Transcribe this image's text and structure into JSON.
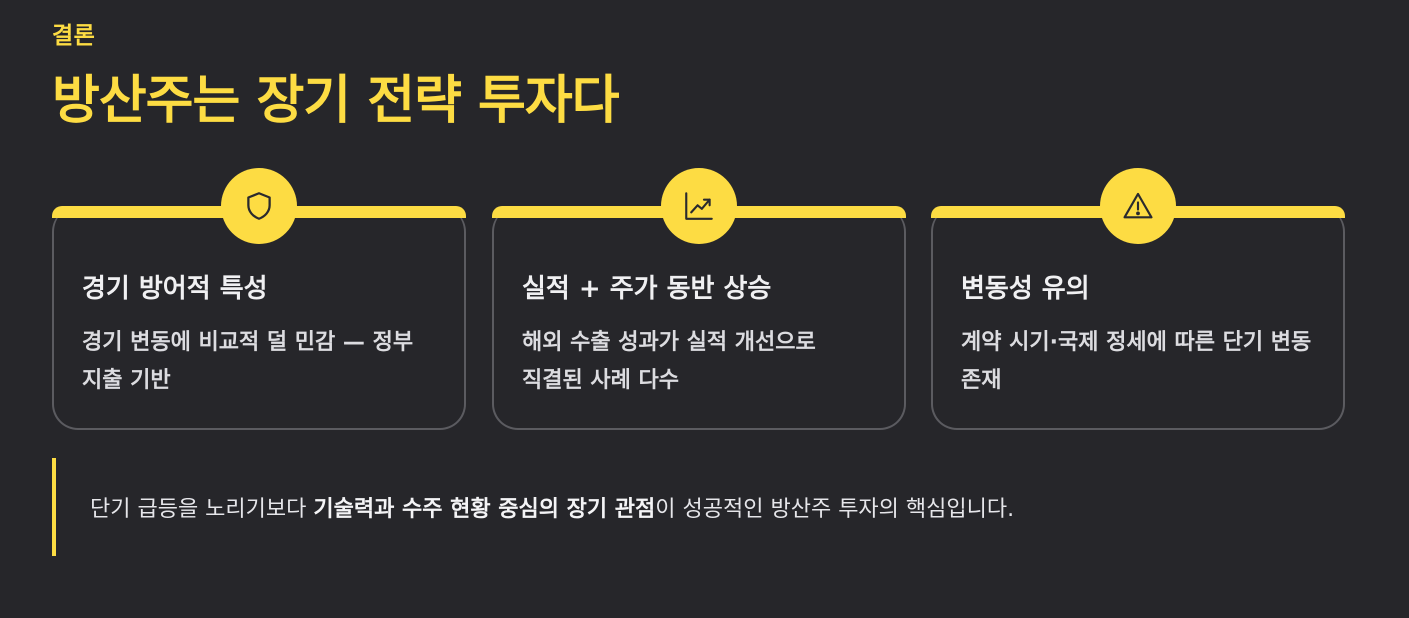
{
  "header": {
    "eyebrow": "결론",
    "title": "방산주는 장기 전략 투자다"
  },
  "cards": [
    {
      "icon": "shield-icon",
      "title": "경기 방어적 특성",
      "description": "경기 변동에 비교적 덜 민감 — 정부 지출 기반"
    },
    {
      "icon": "trending-up-chart-icon",
      "title": "실적 + 주가 동반 상승",
      "description": "해외 수출 성과가 실적 개선으로 직결된 사례 다수"
    },
    {
      "icon": "warning-triangle-icon",
      "title": "변동성 유의",
      "description": "계약 시기·국제 정세에 따른 단기 변동 존재"
    }
  ],
  "conclusion": {
    "prefix": "단기 급등을 노리기보다 ",
    "emphasis": "기술력과 수주 현황 중심의 장기 관점",
    "suffix": "이 성공적인 방산주 투자의 핵심입니다."
  },
  "colors": {
    "background": "#26262a",
    "accent": "#fddc43",
    "card_border": "#5b5b60",
    "text": "#e9e9ec"
  }
}
